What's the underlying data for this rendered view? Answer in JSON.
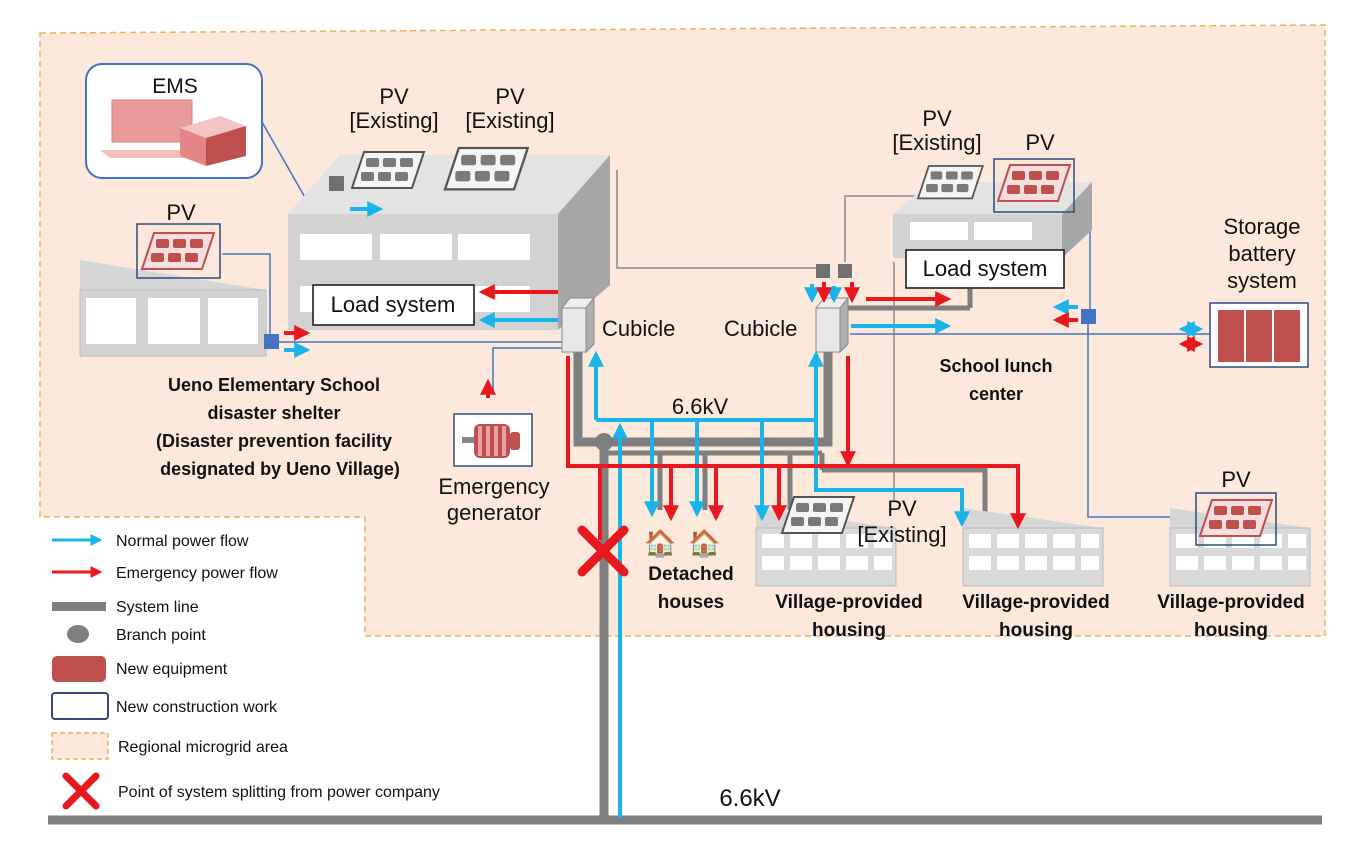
{
  "colors": {
    "normal_flow": "#19b4ea",
    "emergency_flow": "#e8181e",
    "system_line": "#7f7f7f",
    "new_equipment": "#c0504d",
    "new_construction_border": "#2f4b7c",
    "microgrid_area_fill": "#fce9dc",
    "microgrid_area_border": "#f0b060"
  },
  "labels": {
    "ems": "EMS",
    "pv": "PV",
    "pv_existing_line1": "PV",
    "pv_existing_line2": "[Existing]",
    "load_system": "Load system",
    "cubicle": "Cubicle",
    "voltage": "6.6kV",
    "school_name_1": "Ueno Elementary School",
    "school_name_2": "disaster shelter",
    "school_name_3": "(Disaster prevention facility",
    "school_name_4": "designated by Ueno Village)",
    "generator_1": "Emergency",
    "generator_2": "generator",
    "lunch_center_1": "School lunch",
    "lunch_center_2": "center",
    "storage_1": "Storage",
    "storage_2": "battery",
    "storage_3": "system",
    "detached_1": "Detached",
    "detached_2": "houses",
    "village_1": "Village-provided",
    "village_2": "housing"
  },
  "legend": {
    "normal_flow": "Normal power flow",
    "emergency_flow": "Emergency power flow",
    "system_line": "System line",
    "branch_point": "Branch point",
    "new_equipment": "New equipment",
    "new_construction": "New construction work",
    "microgrid_area": "Regional microgrid area",
    "split_point": "Point of system splitting from power company"
  },
  "icons": {
    "house": "🏠",
    "split_point": "red-x-icon"
  }
}
